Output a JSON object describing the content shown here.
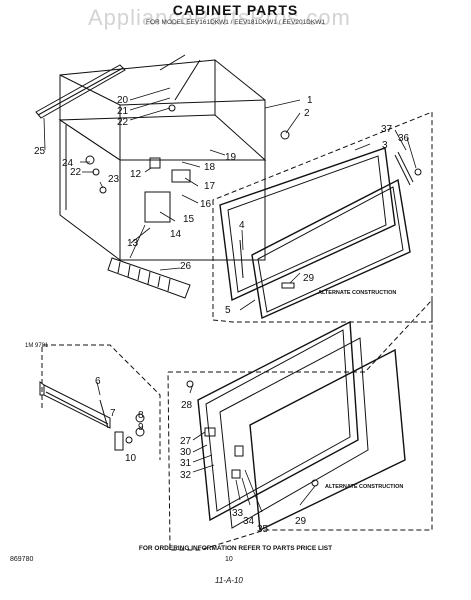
{
  "header": {
    "title": "CABINET PARTS",
    "subtitle": "FOR MODEL EEV161DKW1 / EEV181DKW1 / EEV201DKW1",
    "watermark": "AppliancePartsPros.com"
  },
  "callouts": {
    "c1": "1",
    "c2": "2",
    "c3": "3",
    "c4": "4",
    "c5": "5",
    "c6": "6",
    "c7": "7",
    "c8": "8",
    "c9": "9",
    "c10": "10",
    "c12": "12",
    "c13": "13",
    "c14": "14",
    "c15": "15",
    "c16": "16",
    "c17": "17",
    "c18": "18",
    "c19": "19",
    "c20": "20",
    "c21": "21",
    "c22a": "22",
    "c22b": "22",
    "c23": "23",
    "c24": "24",
    "c25": "25",
    "c26": "26",
    "c27": "27",
    "c28": "28",
    "c29a": "29",
    "c29b": "29",
    "c30": "30",
    "c31": "31",
    "c32": "32",
    "c33": "33",
    "c34": "34",
    "c35": "35",
    "c36": "36",
    "c37": "37"
  },
  "labels": {
    "alt_upper": "ALTERNATE CONSTRUCTION",
    "alt_lower": "ALTERNATE CONSTRUCTION",
    "left_mark": "1M 9781"
  },
  "footer": {
    "note": "FOR ORDERING INFORMATION REFER TO PARTS PRICE LIST",
    "code": "869780",
    "page": "10",
    "date": "11-A-10"
  }
}
